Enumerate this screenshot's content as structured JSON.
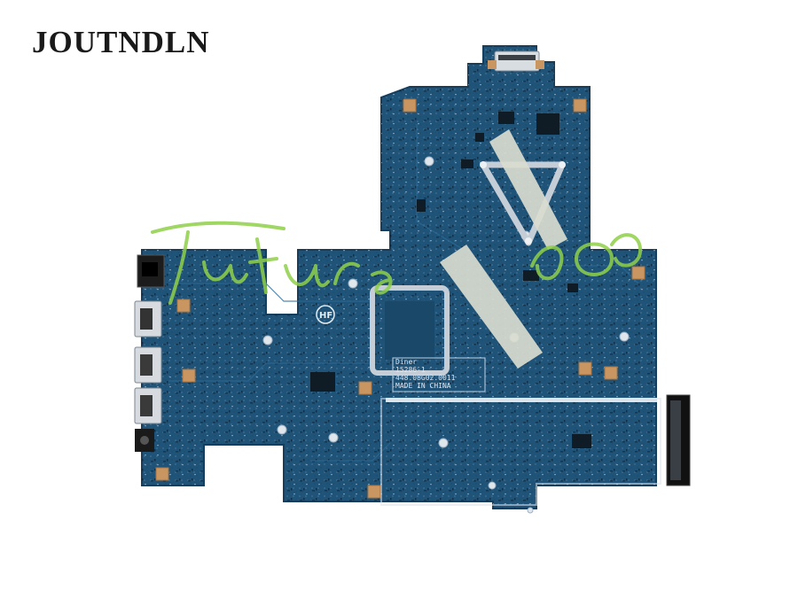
{
  "store": {
    "brand": "JOUTNDLN"
  },
  "board": {
    "silkscreen": {
      "hf_mark": "HF",
      "label_lines": [
        "Diner",
        "15286-1",
        "448.08G02.0011",
        "MADE IN CHINA"
      ]
    },
    "colors": {
      "pcb": "#1f5378",
      "pcb_light": "#2a6691",
      "gold_pad": "#c99560",
      "metal": "#c5cdd6",
      "tape": "#d9dccf",
      "watermark": "#8fd04a"
    }
  }
}
